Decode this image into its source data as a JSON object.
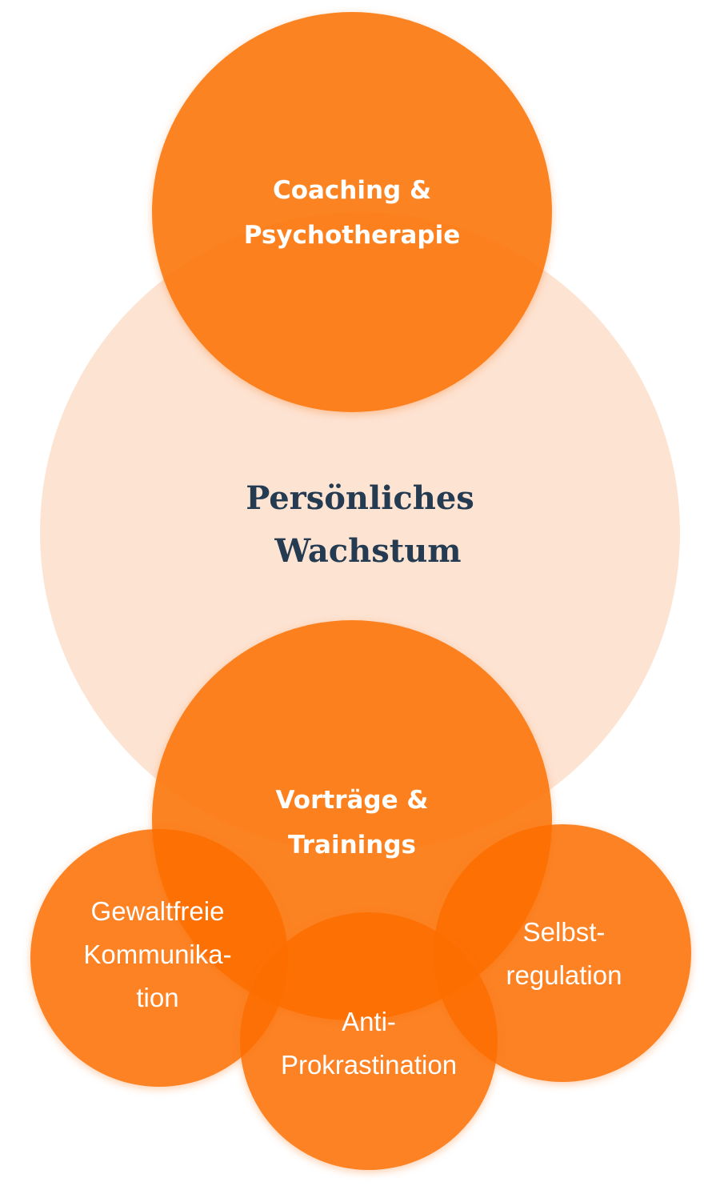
{
  "diagram": {
    "center": {
      "lines": [
        "Persönliches",
        "Wachstum"
      ]
    },
    "top": {
      "lines": [
        "Coaching &",
        "Psychotherapie"
      ]
    },
    "middle": {
      "lines": [
        "Vorträge &",
        "Trainings"
      ]
    },
    "left": {
      "lines": [
        "Gewaltfreie",
        "Kommunika-",
        "tion"
      ]
    },
    "right": {
      "lines": [
        "Selbst-",
        "regulation"
      ]
    },
    "bottom": {
      "lines": [
        "Anti-",
        "Prokrastination"
      ]
    }
  },
  "colors": {
    "orange": "#fc760a",
    "light_peach": "#fde3d2",
    "navy_text": "#243b52",
    "white_text": "#ffffff"
  }
}
